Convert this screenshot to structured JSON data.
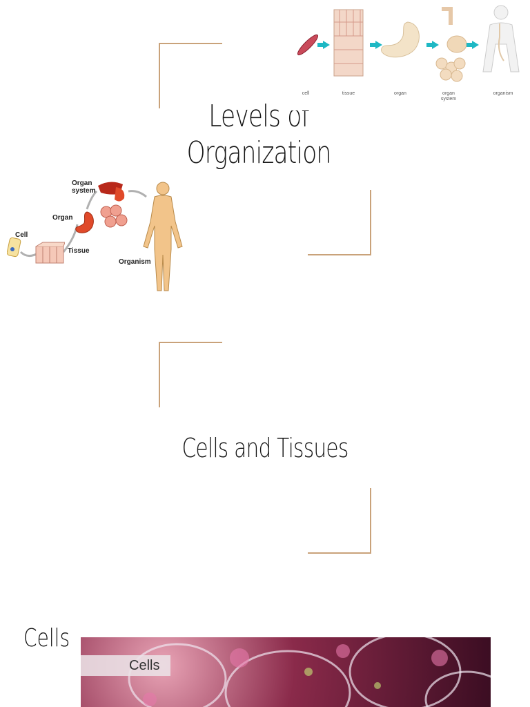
{
  "slides": [
    {
      "title_line1": "Levels of",
      "title_line2": "Organization",
      "strip_diagram": {
        "labels": [
          "cell",
          "tissue",
          "organ",
          "organ system",
          "organism"
        ]
      },
      "left_diagram": {
        "labels": {
          "organ_system_1": "Organ",
          "organ_system_2": "system",
          "organ": "Organ",
          "cell": "Cell",
          "tissue": "Tissue",
          "organism": "Organism"
        }
      }
    },
    {
      "title": "Cells and Tissues"
    },
    {
      "heading": "Cells",
      "video_label": "Cells"
    }
  ],
  "colors": {
    "bracket": "#c9a27a",
    "arrow": "#1eb8c4",
    "background": "#ffffff"
  }
}
